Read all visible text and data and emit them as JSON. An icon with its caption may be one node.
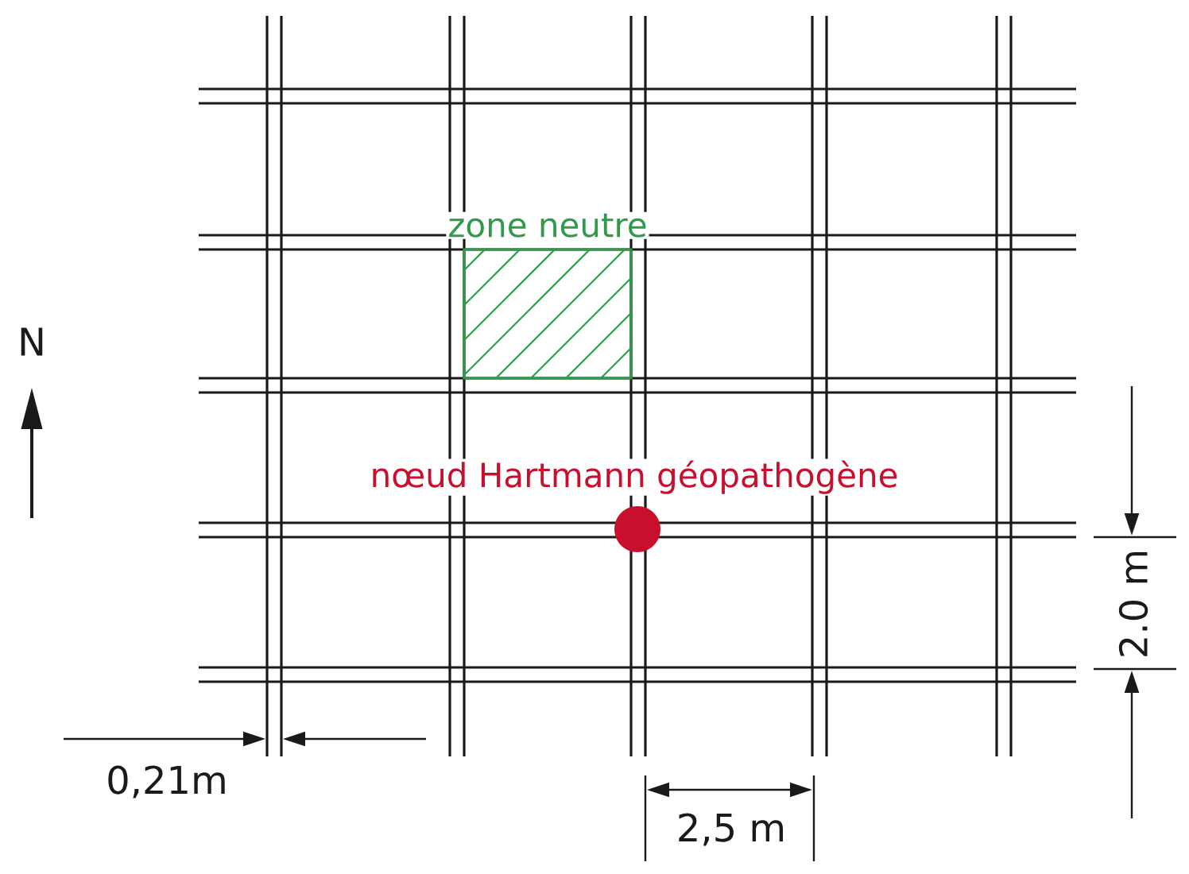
{
  "diagram": {
    "nodes": [
      {
        "text": [
          "zone neutre"
        ]
      },
      {
        "text": [],
        "shape": "circle",
        "beside": [
          "nœud Hartmann géopathogène"
        ]
      }
    ],
    "labels": [
      "N",
      "0,21m",
      "2,5 m",
      "2.0 m"
    ]
  }
}
